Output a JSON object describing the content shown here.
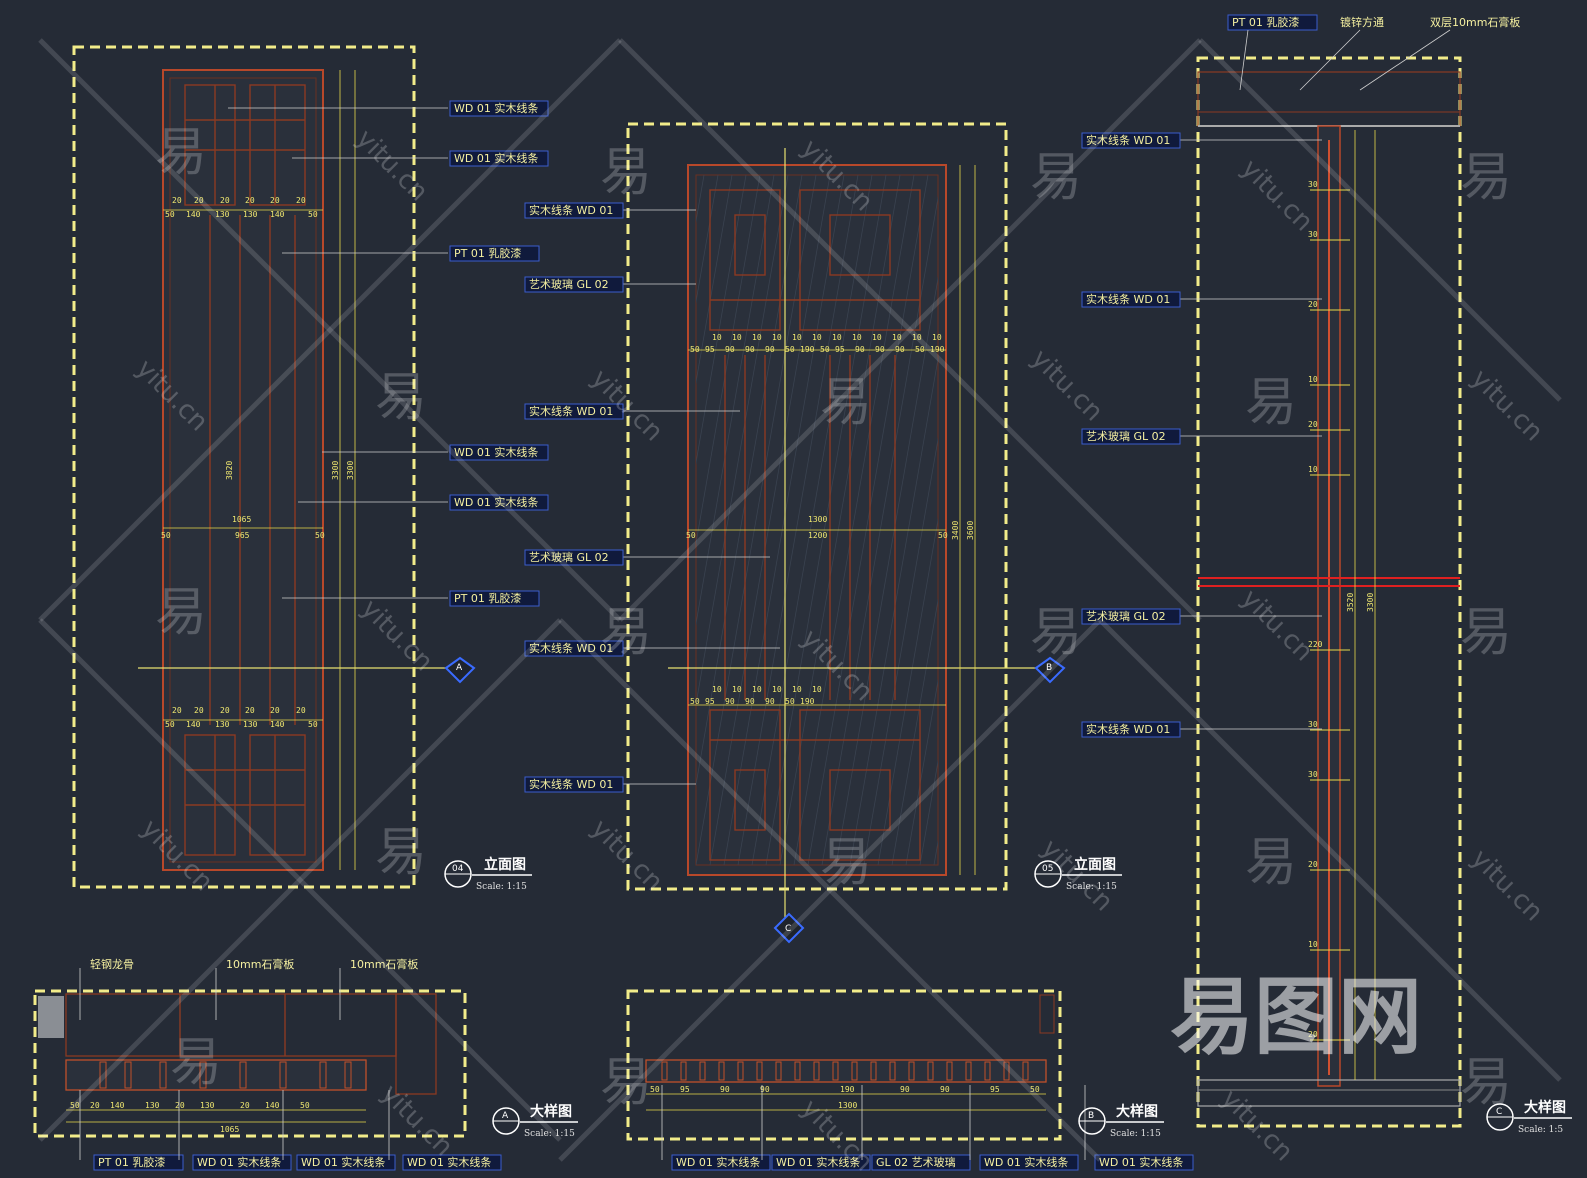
{
  "elevations": {
    "e04": {
      "callouts": [
        "WD 01 实木线条",
        "WD 01 实木线条",
        "PT 01 乳胶漆",
        "WD 01 实木线条",
        "WD 01 实木线条",
        "PT 01 乳胶漆"
      ],
      "dims_top": [
        "20",
        "20",
        "20",
        "20",
        "20",
        "20",
        "50",
        "140",
        "130",
        "130",
        "140",
        "50"
      ],
      "dim_width": "1065",
      "dim_inner": "965",
      "dim_side": "50",
      "dim_heights": [
        "3820",
        "3300",
        "3300"
      ],
      "section_marker": "A",
      "title": "立面图",
      "number": "04",
      "scale": "Scale:  1:15"
    },
    "e05": {
      "callouts": [
        "实木线条 WD 01",
        "艺术玻璃 GL 02",
        "实木线条 WD 01",
        "艺术玻璃 GL 02",
        "实木线条 WD 01",
        "实木线条 WD 01"
      ],
      "dims_top": [
        "10",
        "10",
        "10",
        "10",
        "10",
        "10",
        "50",
        "95",
        "90",
        "90",
        "90",
        "50",
        "190"
      ],
      "dim_width": "1300",
      "dim_inner": "1200",
      "dim_side": "50",
      "dim_heights": [
        "3400",
        "3600"
      ],
      "section_marker": "B",
      "bottom_marker": "C",
      "title": "立面图",
      "number": "05",
      "scale": "Scale:  1:15"
    }
  },
  "detail_c": {
    "top_labels": [
      "PT 01 乳胶漆",
      "镀锌方通",
      "双层10mm石膏板"
    ],
    "callouts": [
      "实木线条 WD 01",
      "实木线条 WD 01",
      "艺术玻璃 GL 02",
      "艺术玻璃 GL 02",
      "实木线条 WD 01"
    ],
    "dims": [
      "30",
      "30",
      "20",
      "10",
      "20",
      "10",
      "220",
      "3520",
      "3300"
    ],
    "title": "大样图",
    "marker": "C",
    "scale": "Scale:  1:5"
  },
  "detail_a": {
    "top_labels": [
      "轻钢龙骨",
      "10mm石膏板",
      "10mm石膏板"
    ],
    "bottom_labels": [
      "PT 01 乳胶漆",
      "WD 01 实木线条",
      "WD 01 实木线条",
      "WD 01 实木线条"
    ],
    "dims": [
      "50",
      "20",
      "140",
      "130",
      "20",
      "130",
      "20",
      "140",
      "50"
    ],
    "dim_total": "1065",
    "title": "大样图",
    "marker": "A",
    "scale": "Scale:  1:15"
  },
  "detail_b": {
    "bottom_labels": [
      "WD 01 实木线条",
      "WD 01 实木线条",
      "GL 02 艺术玻璃",
      "WD 01 实木线条",
      "WD 01 实木线条"
    ],
    "dims": [
      "50",
      "95",
      "90",
      "90",
      "190",
      "90",
      "90",
      "95",
      "50"
    ],
    "dim_total": "1300",
    "title": "大样图",
    "marker": "B",
    "scale": "Scale:  1:15"
  },
  "watermark": {
    "char": "易",
    "url": "yitu.cn",
    "logo": "易图网"
  }
}
